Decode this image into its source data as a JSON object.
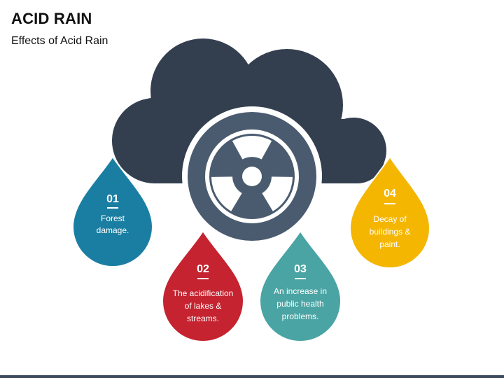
{
  "header": {
    "title": "ACID RAIN",
    "subtitle": "Effects of Acid Rain"
  },
  "colors": {
    "cloud": "#333f4f",
    "hazard_circle": "#4a5b6f",
    "drop_01": "#1a7ea3",
    "drop_02": "#c4232f",
    "drop_03": "#4aa4a3",
    "drop_04": "#f4b601"
  },
  "icons": {
    "cloud": "cloud-icon",
    "hazard": "radiation-icon"
  },
  "drops": [
    {
      "number": "01",
      "lines": [
        "Forest",
        "damage."
      ]
    },
    {
      "number": "02",
      "lines": [
        "The acidification",
        "of lakes &",
        "streams."
      ]
    },
    {
      "number": "03",
      "lines": [
        "An increase in",
        "public health",
        "problems."
      ]
    },
    {
      "number": "04",
      "lines": [
        "Decay of",
        "buildings &",
        "paint."
      ]
    }
  ]
}
